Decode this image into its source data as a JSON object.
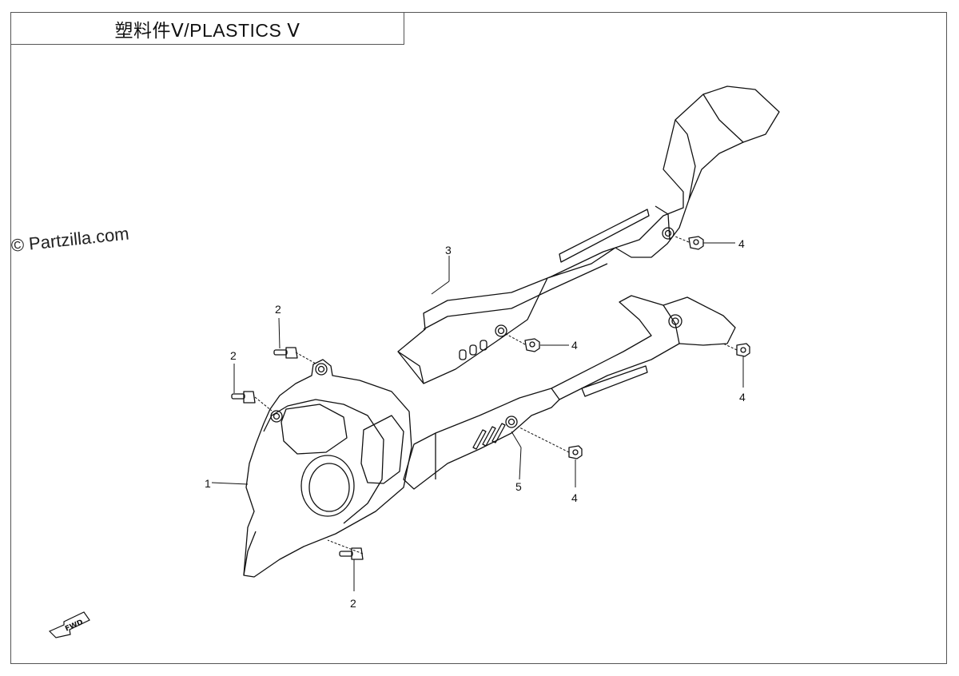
{
  "title": "塑料件Ⅴ/PLASTICS Ⅴ",
  "watermark": "© Partzilla.com",
  "fwd_label": "FWD",
  "callouts": [
    {
      "id": "c1",
      "label": "1"
    },
    {
      "id": "c2a",
      "label": "2"
    },
    {
      "id": "c2b",
      "label": "2"
    },
    {
      "id": "c2c",
      "label": "2"
    },
    {
      "id": "c3",
      "label": "3"
    },
    {
      "id": "c4a",
      "label": "4"
    },
    {
      "id": "c4b",
      "label": "4"
    },
    {
      "id": "c4c",
      "label": "4"
    },
    {
      "id": "c4d",
      "label": "4"
    },
    {
      "id": "c5",
      "label": "5"
    }
  ],
  "colors": {
    "line": "#111111",
    "background": "#ffffff"
  }
}
